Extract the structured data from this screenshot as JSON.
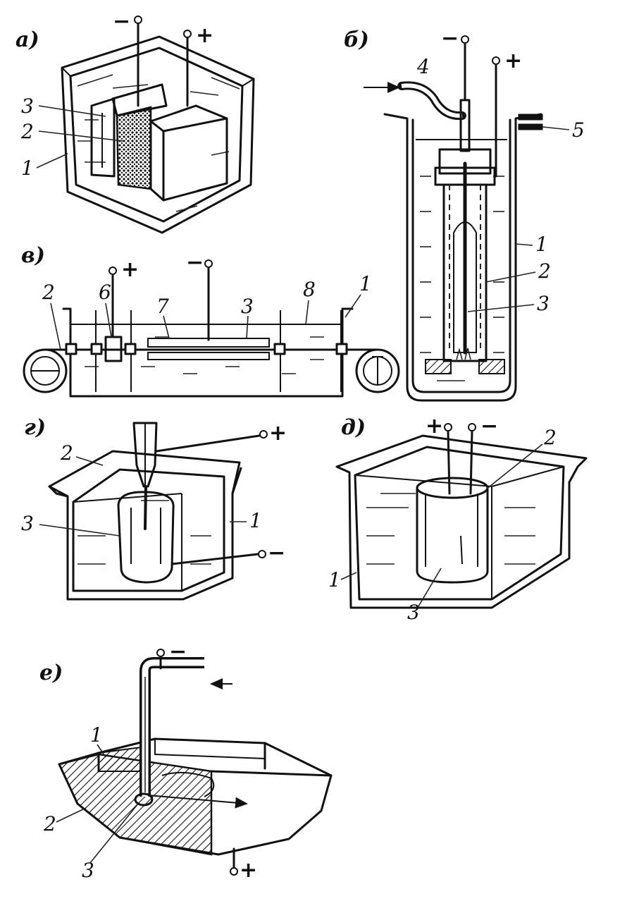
{
  "panels": {
    "a": {
      "letter": "а)",
      "callouts": [
        "3",
        "2",
        "1"
      ],
      "minus": "−",
      "plus": "+"
    },
    "b": {
      "letter": "б)",
      "callouts": [
        "4",
        "5",
        "1",
        "2",
        "3"
      ],
      "minus": "−",
      "plus": "+"
    },
    "v": {
      "letter": "в)",
      "callouts": [
        "2",
        "6",
        "7",
        "3",
        "8",
        "1"
      ],
      "minus": "−",
      "plus": "+"
    },
    "g": {
      "letter": "г)",
      "callouts": [
        "2",
        "3",
        "1"
      ],
      "minus": "−",
      "plus": "+"
    },
    "d": {
      "letter": "д)",
      "callouts": [
        "2",
        "1",
        "3"
      ],
      "minus": "−",
      "plus": "+"
    },
    "e": {
      "letter": "е)",
      "callouts": [
        "1",
        "2",
        "3"
      ],
      "minus": "−",
      "plus": "+"
    }
  },
  "colors": {
    "ink": "#111111",
    "background": "#ffffff"
  }
}
